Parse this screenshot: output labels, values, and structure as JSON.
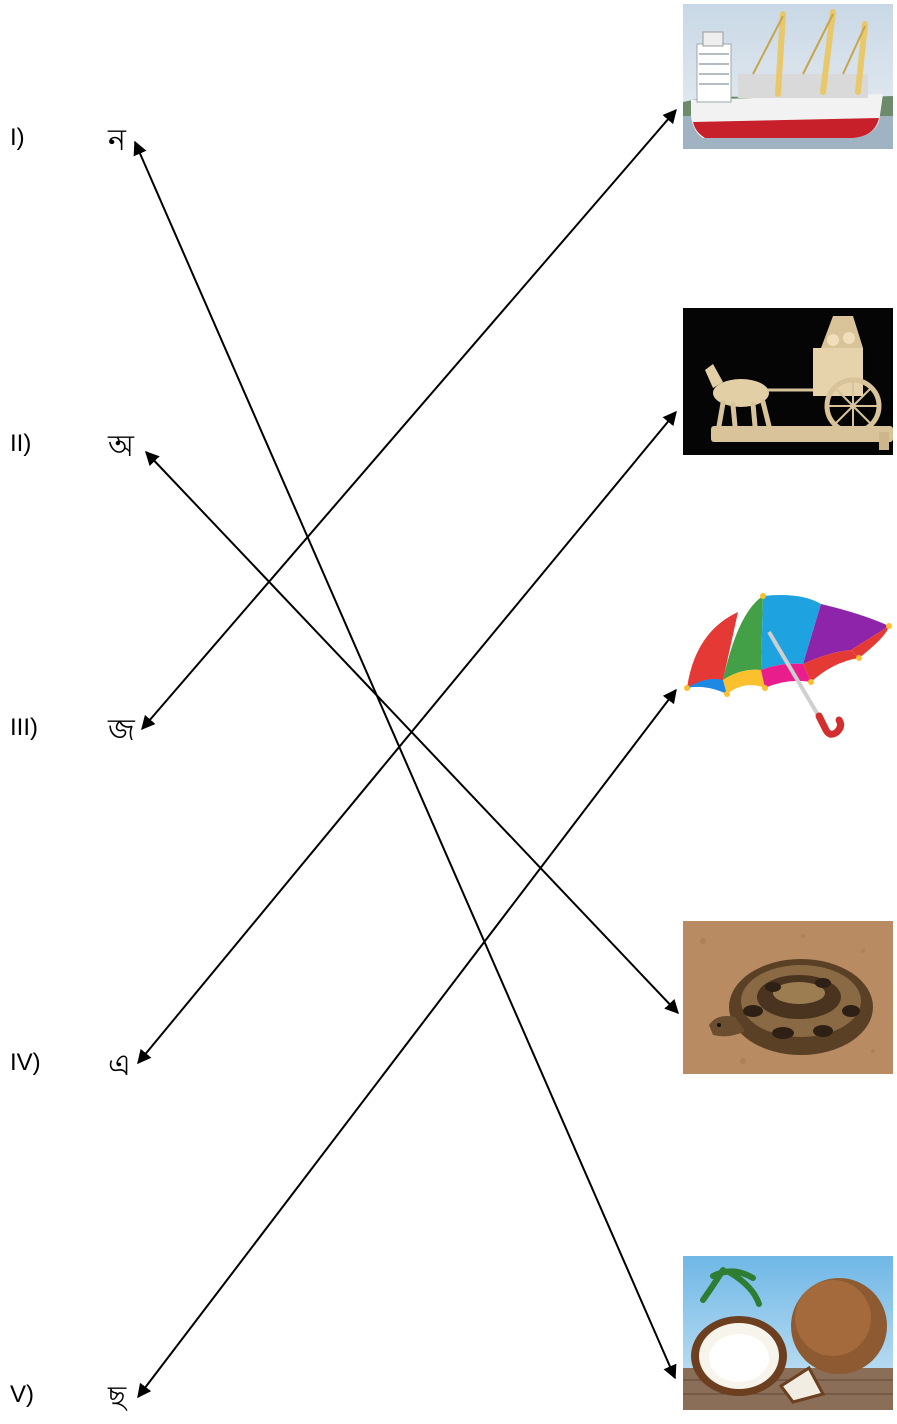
{
  "rows": [
    {
      "numeral": "I)",
      "letter": "ন"
    },
    {
      "numeral": "II)",
      "letter": "অ"
    },
    {
      "numeral": "III)",
      "letter": "জ"
    },
    {
      "numeral": "IV)",
      "letter": "এ"
    },
    {
      "numeral": "V)",
      "letter": "ছ"
    }
  ],
  "pictures": [
    "ship",
    "chariot",
    "umbrella",
    "python",
    "coconut"
  ],
  "connections": [
    {
      "letter": "ন",
      "picture": "coconut"
    },
    {
      "letter": "অ",
      "picture": "python"
    },
    {
      "letter": "জ",
      "picture": "ship"
    },
    {
      "letter": "এ",
      "picture": "chariot"
    },
    {
      "letter": "ছ",
      "picture": "umbrella"
    }
  ]
}
